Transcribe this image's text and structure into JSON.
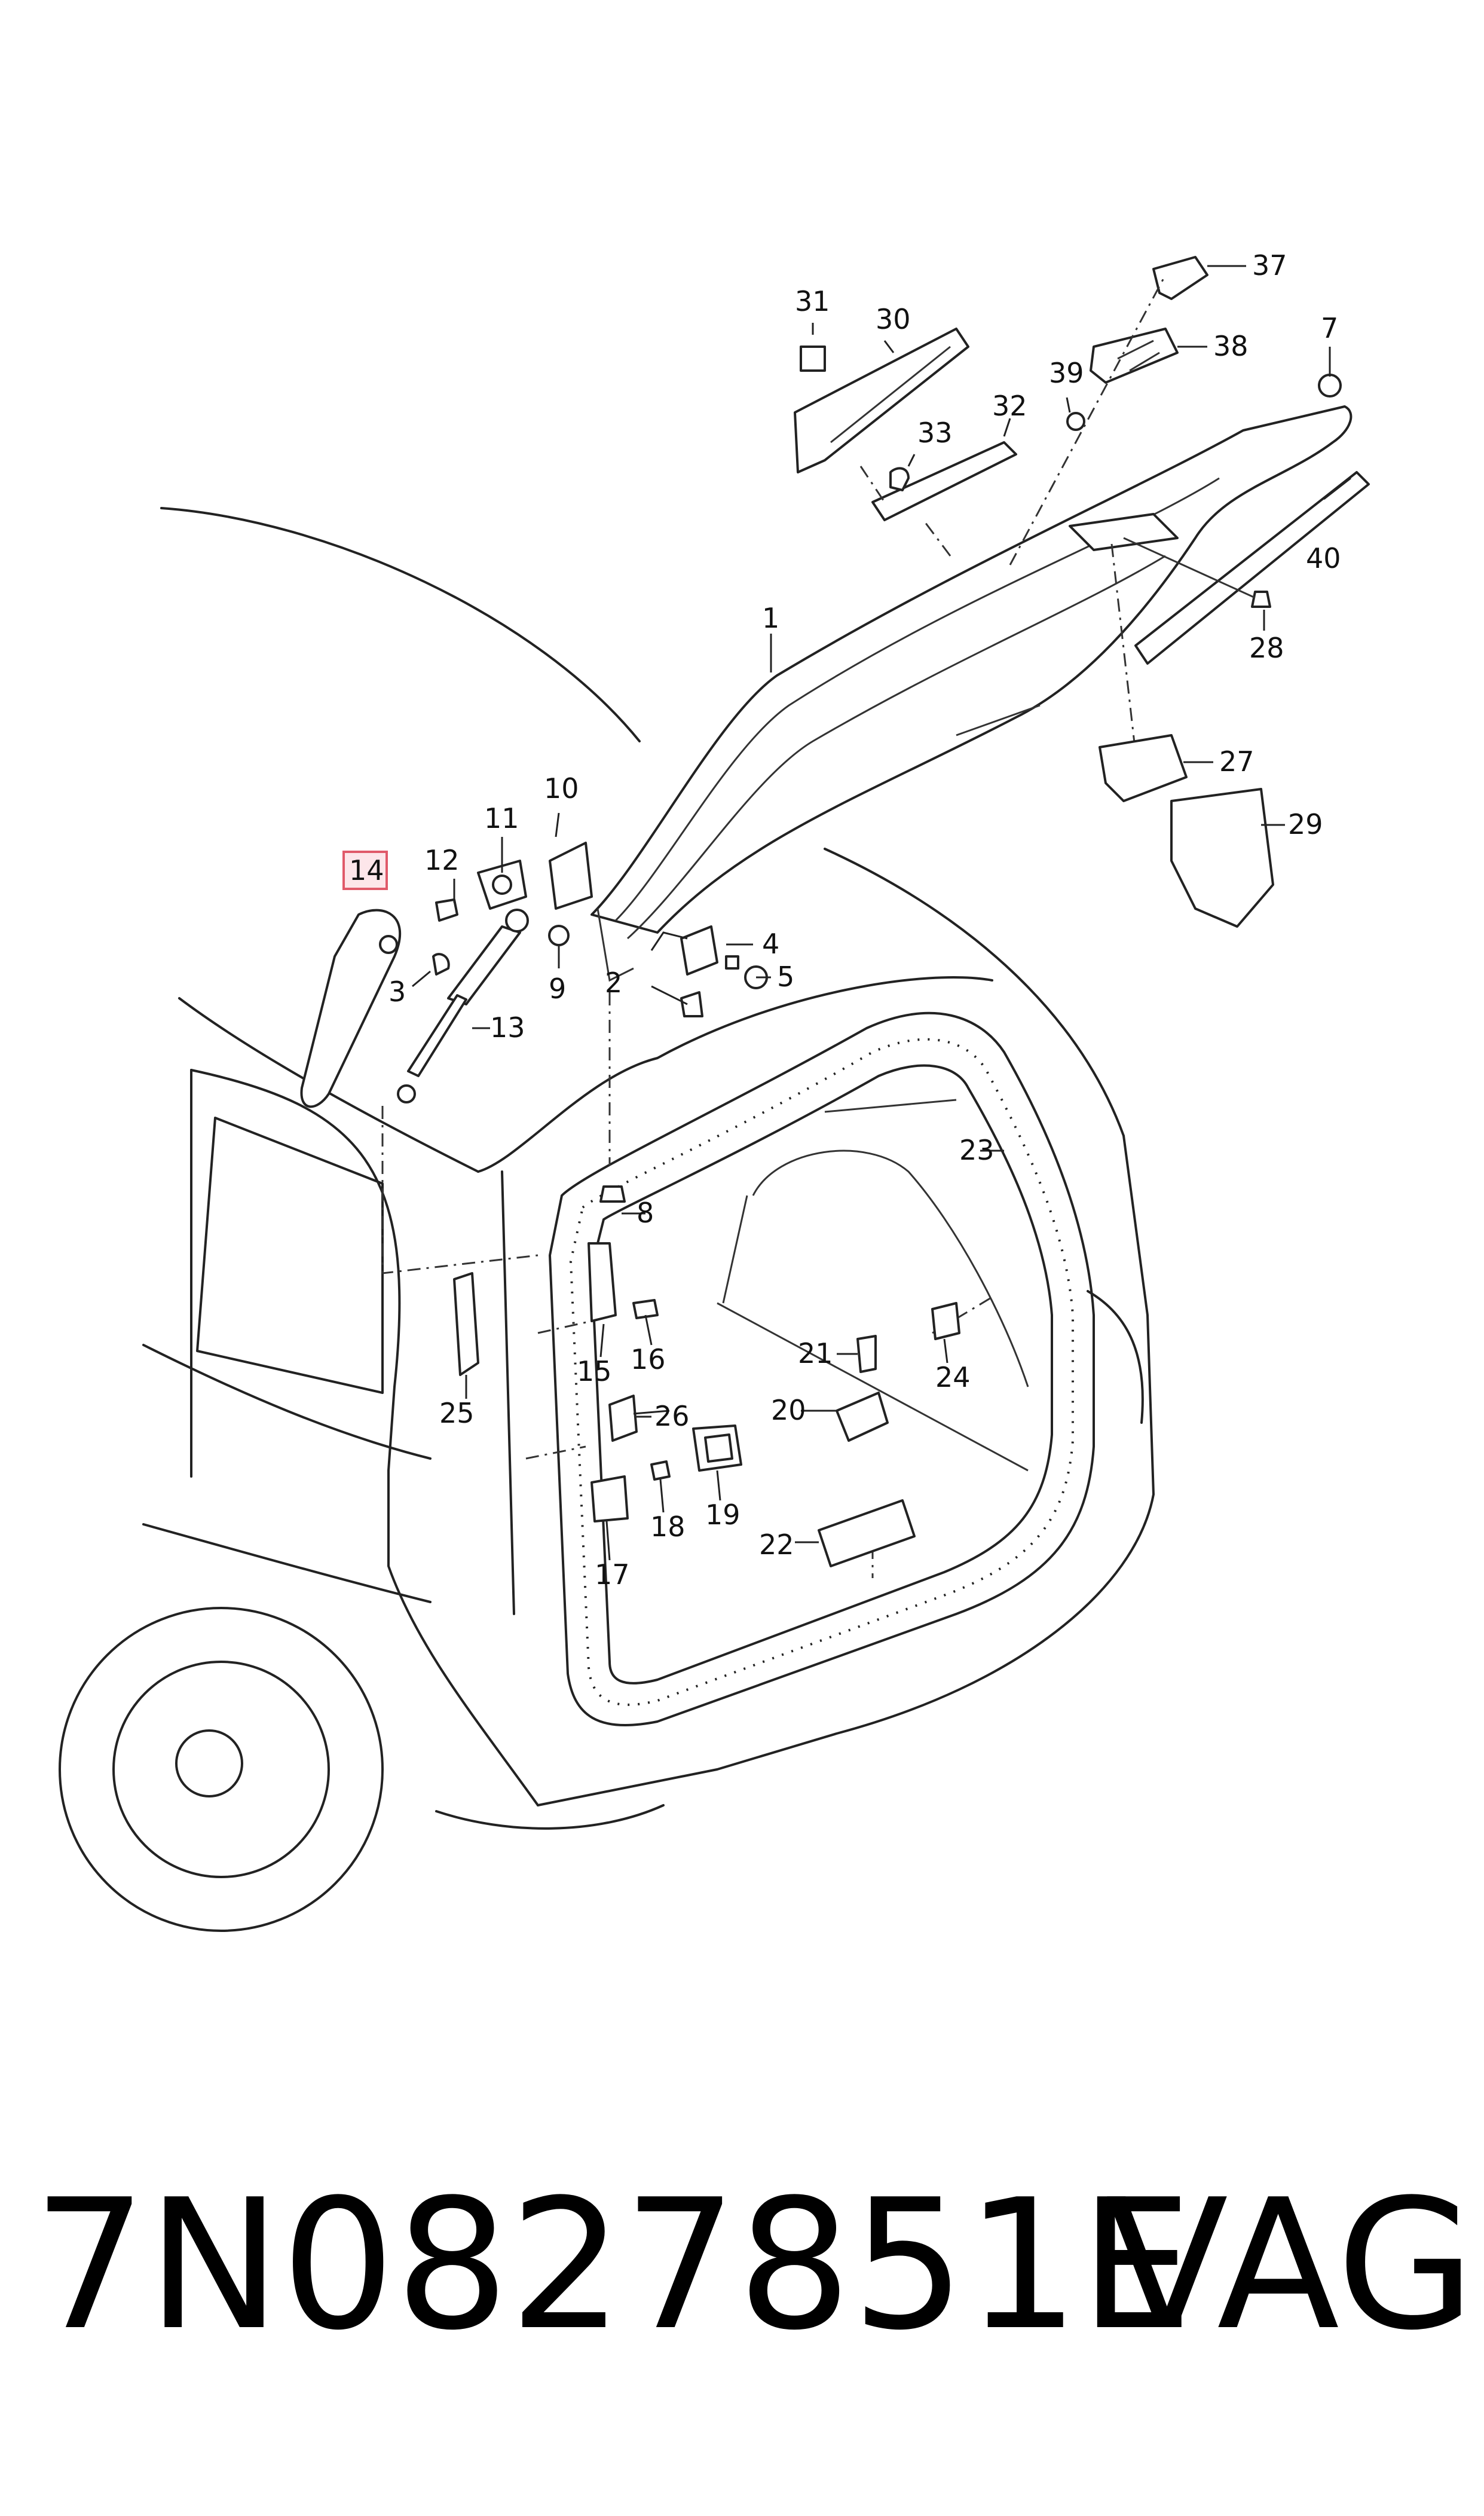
{
  "callouts": [
    {
      "id": "c1",
      "text": "1"
    },
    {
      "id": "c2",
      "text": "2"
    },
    {
      "id": "c3",
      "text": "3"
    },
    {
      "id": "c4",
      "text": "4"
    },
    {
      "id": "c5",
      "text": "5"
    },
    {
      "id": "c7",
      "text": "7"
    },
    {
      "id": "c8",
      "text": "8"
    },
    {
      "id": "c9",
      "text": "9"
    },
    {
      "id": "c10",
      "text": "10"
    },
    {
      "id": "c11",
      "text": "11"
    },
    {
      "id": "c12",
      "text": "12"
    },
    {
      "id": "c13",
      "text": "13"
    },
    {
      "id": "c14",
      "text": "14"
    },
    {
      "id": "c15",
      "text": "15"
    },
    {
      "id": "c16",
      "text": "16"
    },
    {
      "id": "c17",
      "text": "17"
    },
    {
      "id": "c18",
      "text": "18"
    },
    {
      "id": "c19",
      "text": "19"
    },
    {
      "id": "c20",
      "text": "20"
    },
    {
      "id": "c21",
      "text": "21"
    },
    {
      "id": "c22",
      "text": "22"
    },
    {
      "id": "c23",
      "text": "23"
    },
    {
      "id": "c24",
      "text": "24"
    },
    {
      "id": "c25",
      "text": "25"
    },
    {
      "id": "c26",
      "text": "26"
    },
    {
      "id": "c27",
      "text": "27"
    },
    {
      "id": "c28",
      "text": "28"
    },
    {
      "id": "c29",
      "text": "29"
    },
    {
      "id": "c30",
      "text": "30"
    },
    {
      "id": "c31",
      "text": "31"
    },
    {
      "id": "c32",
      "text": "32"
    },
    {
      "id": "c33",
      "text": "33"
    },
    {
      "id": "c37",
      "text": "37"
    },
    {
      "id": "c38",
      "text": "38"
    },
    {
      "id": "c39",
      "text": "39"
    },
    {
      "id": "c40",
      "text": "40"
    }
  ],
  "highlighted_callout": "14",
  "highlight_color": "#e05a6a",
  "footer": {
    "part_number": "7N0827851E",
    "brand": "VAG"
  }
}
